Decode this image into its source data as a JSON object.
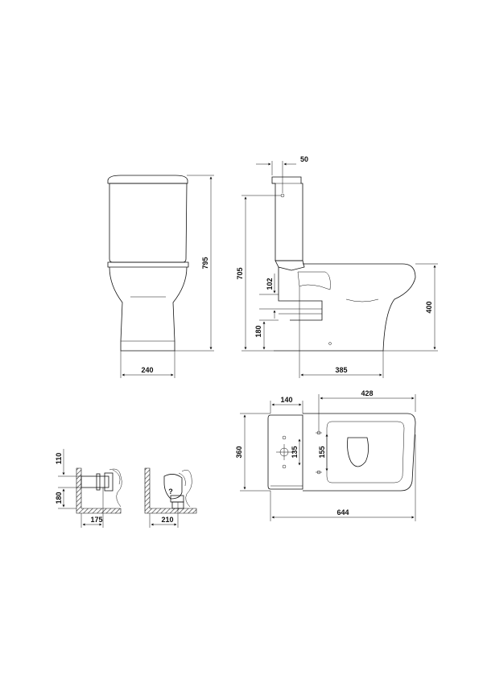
{
  "front_view": {
    "height_total": "795",
    "base_width": "240"
  },
  "side_view": {
    "tank_offset": "50",
    "inlet_height": "705",
    "inlet_gap": "102",
    "outlet_height": "180",
    "bowl_height": "400",
    "outlet_depth": "385"
  },
  "top_view": {
    "tank_depth": "140",
    "bowl_length": "428",
    "width": "360",
    "fixing_span_a": "135",
    "fixing_span_b": "155",
    "overall_length": "644"
  },
  "detail_horizontal": {
    "pipe_top": "110",
    "pipe_height": "180",
    "wall_distance": "175"
  },
  "detail_vertical": {
    "marker": "?",
    "wall_distance": "210"
  }
}
